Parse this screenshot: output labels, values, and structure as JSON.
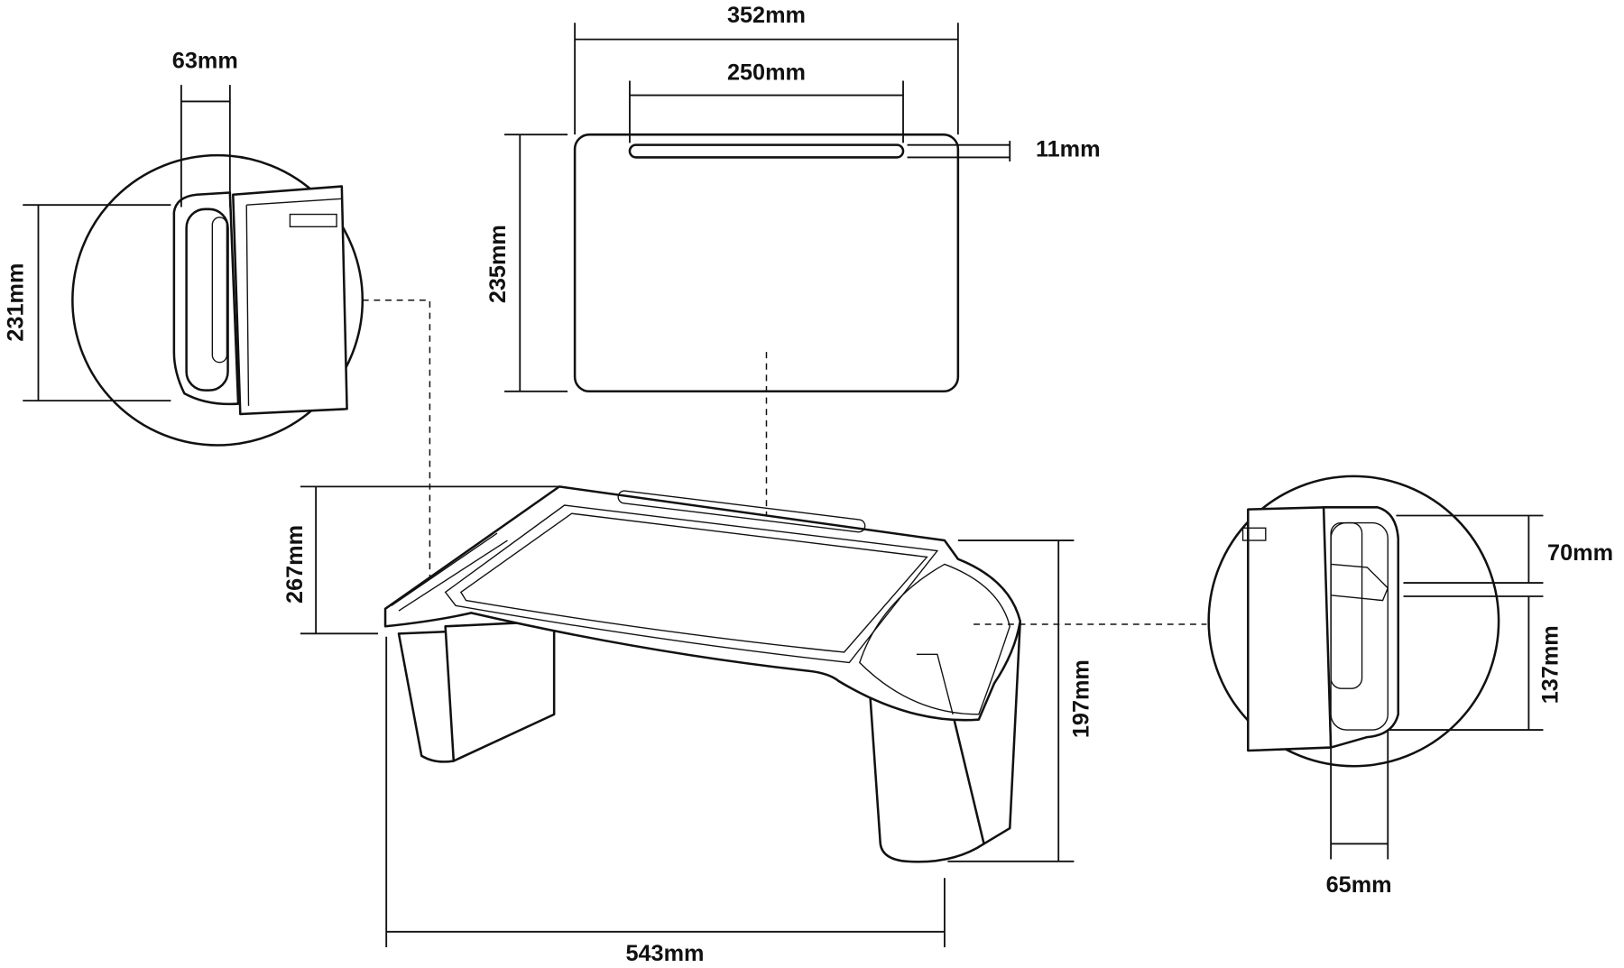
{
  "diagram": {
    "top_view": {
      "width_label": "352mm",
      "slot_width_label": "250mm",
      "slot_depth_label": "11mm",
      "depth_label": "235mm"
    },
    "left_detail": {
      "handle_width_label": "63mm",
      "height_label": "231mm"
    },
    "main_view": {
      "height_label": "267mm",
      "leg_height_label": "197mm",
      "length_label": "543mm"
    },
    "right_detail": {
      "upper_label": "70mm",
      "lower_label": "137mm",
      "width_label": "65mm"
    }
  }
}
